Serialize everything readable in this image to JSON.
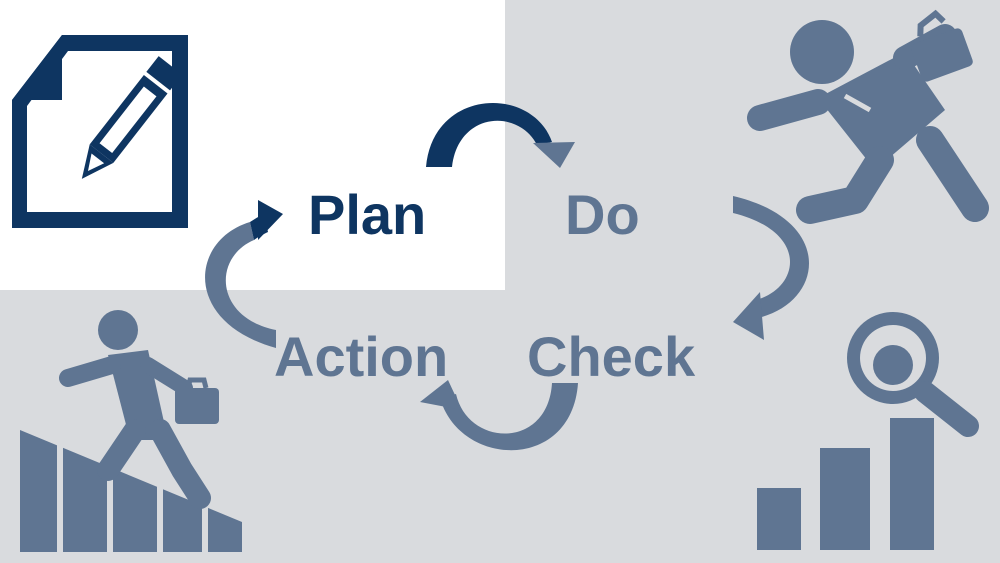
{
  "colors": {
    "background": "#d9dbde",
    "highlight_panel": "#ffffff",
    "active": "#0e3561",
    "inactive": "#5f7592"
  },
  "stages": {
    "plan": {
      "label": "Plan",
      "icon": "document-pencil-icon",
      "active": true
    },
    "do": {
      "label": "Do",
      "icon": "running-businessman-icon",
      "active": false
    },
    "check": {
      "label": "Check",
      "icon": "bar-chart-magnifier-icon",
      "active": false
    },
    "action": {
      "label": "Action",
      "icon": "climbing-stairs-icon",
      "active": false
    }
  }
}
